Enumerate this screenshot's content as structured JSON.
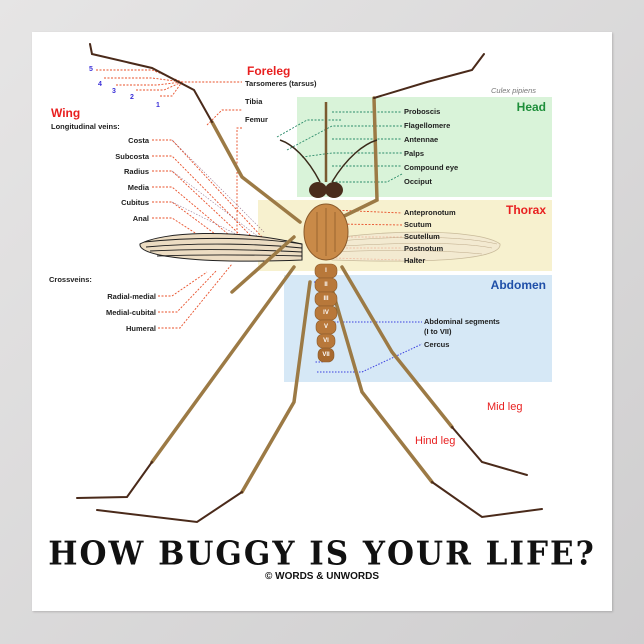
{
  "poster": {
    "title": "HOW BUGGY IS YOUR LIFE?",
    "credit": "© WORDS & UNWORDS",
    "species": "Culex pipiens"
  },
  "regions": {
    "head": {
      "label": "Head",
      "color": "#1e8f3a",
      "bg": "#d9f3d9"
    },
    "thorax": {
      "label": "Thorax",
      "color": "#e81f1f",
      "bg": "#f7f1cf"
    },
    "abdomen": {
      "label": "Abdomen",
      "color": "#1f4fa8",
      "bg": "#d6e8f6"
    }
  },
  "foreleg": {
    "title": "Foreleg",
    "parts": [
      "Tarsomeres (tarsus)",
      "Tibia",
      "Femur"
    ],
    "tarsomere_numbers": [
      "5",
      "4",
      "3",
      "2",
      "1"
    ]
  },
  "wing": {
    "title": "Wing",
    "longitudinal_heading": "Longitudinal veins:",
    "longitudinal_veins": [
      "Costa",
      "Subcosta",
      "Radius",
      "Media",
      "Cubitus",
      "Anal"
    ],
    "crossveins_heading": "Crossveins:",
    "crossveins": [
      "Radial-medial",
      "Medial-cubital",
      "Humeral"
    ]
  },
  "head_parts": [
    "Proboscis",
    "Flagellomere",
    "Antennae",
    "Palps",
    "Compound eye",
    "Occiput"
  ],
  "thorax_parts": [
    "Antepronotum",
    "Scutum",
    "Scutellum",
    "Postnotum",
    "Halter"
  ],
  "abdomen_parts": [
    "Abdominal segments",
    "(I to VII)",
    "Cercus"
  ],
  "abdomen_segments": [
    "I",
    "II",
    "III",
    "IV",
    "V",
    "VI",
    "VII"
  ],
  "legs": {
    "mid": "Mid leg",
    "hind": "Hind leg"
  },
  "colors": {
    "label_red": "#e81f1f",
    "leader_red": "#e8502a",
    "leader_green": "#2c8c6a",
    "leader_blue": "#3a3fe0",
    "body_brown": "#b8783a",
    "leg_brown": "#9c7a45"
  }
}
